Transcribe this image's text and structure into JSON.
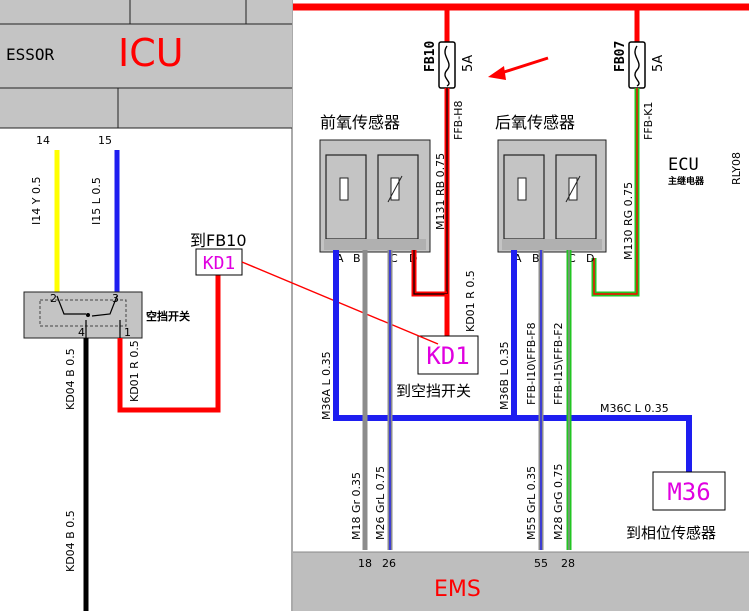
{
  "colors": {
    "red": "#ff0000",
    "blue": "#1e1ef0",
    "yellow": "#ffff00",
    "gray": "#8c8c8c",
    "green": "#22c522",
    "magenta": "#e000e0",
    "box_gray": "#c4c4c4",
    "bar_gray": "#bebebe",
    "black": "#000000"
  },
  "left_panel": {
    "module_partial": "ESSOR",
    "module_name": "ICU",
    "pins": [
      "14",
      "15"
    ],
    "wire_yellow_label": "I14 Y 0.5",
    "wire_blue_label": "I15 L 0.5",
    "switch_name": "空挡开关",
    "switch_pins": [
      "2",
      "3",
      "4",
      "1"
    ],
    "wire_black_top_label": "KD04 B 0.5",
    "wire_red_label": "KD01 R 0.5",
    "wire_black_bottom_label": "KD04 B 0.5",
    "ref_title": "到FB10",
    "ref_box": "KD1"
  },
  "right_panel": {
    "fuse_left": {
      "name": "FB10",
      "rating": "5A"
    },
    "fuse_right": {
      "name": "FB07",
      "rating": "5A"
    },
    "wire_ffb_h8": "FFB-H8",
    "wire_ffb_k1": "FFB-K1",
    "wire_m131": "M131 RB 0.75",
    "wire_m130": "M130 RG 0.75",
    "wire_kd01": "KD01 R 0.5",
    "sensor_front": "前氧传感器",
    "sensor_rear": "后氧传感器",
    "sensor_pins": [
      "A",
      "B",
      "C",
      "D"
    ],
    "ecu_label": "ECU",
    "relay_label": "主继电器",
    "relay_code": "RLY08",
    "kd1_box": "KD1",
    "kd1_caption": "到空挡开关",
    "wire_m36a": "M36A L 0.35",
    "wire_m36b": "M36B L 0.35",
    "wire_ffb_i10": "FFB-I10\\FFB-F8",
    "wire_ffb_i15": "FFB-I15\\FFB-F2",
    "wire_m36c": "M36C L 0.35",
    "m36_box": "M36",
    "m36_caption": "到相位传感器",
    "wire_m18": "M18 Gr 0.35",
    "wire_m26": "M26 GrL 0.75",
    "wire_m55": "M55 GrL 0.35",
    "wire_m28": "M28 GrG 0.75",
    "ems_pins": [
      "18",
      "26",
      "55",
      "28"
    ],
    "ems_label": "EMS"
  }
}
